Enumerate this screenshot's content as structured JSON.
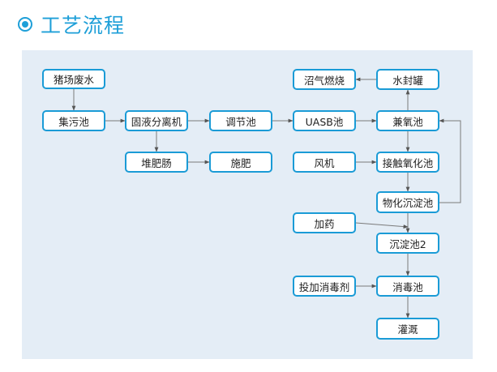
{
  "header": {
    "title": "工艺流程",
    "icon": "concentric-circle-icon",
    "accent_color": "#1e9fd8"
  },
  "diagram": {
    "type": "process-flowchart",
    "nodes": {
      "pig_wastewater": "猪场废水",
      "collection_tank": "集污池",
      "separator": "固液分离机",
      "compost": "堆肥肠",
      "fertilize": "施肥",
      "regulating_tank": "调节池",
      "uasb": "UASB池",
      "anoxic": "兼氧池",
      "water_seal": "水封罐",
      "biogas_burn": "沼气燃烧",
      "blower": "风机",
      "contact_oxidation": "接触氧化池",
      "physchem_settling": "物化沉淀池",
      "dosing": "加药",
      "settling2": "沉淀池2",
      "disinfectant_dosing": "投加消毒剂",
      "disinfection_tank": "消毒池",
      "irrigation": "灌溉"
    },
    "edges": [
      [
        "pig_wastewater",
        "collection_tank"
      ],
      [
        "collection_tank",
        "separator"
      ],
      [
        "separator",
        "regulating_tank"
      ],
      [
        "separator",
        "compost"
      ],
      [
        "compost",
        "fertilize"
      ],
      [
        "regulating_tank",
        "uasb"
      ],
      [
        "uasb",
        "anoxic"
      ],
      [
        "anoxic",
        "water_seal"
      ],
      [
        "water_seal",
        "biogas_burn"
      ],
      [
        "anoxic",
        "contact_oxidation"
      ],
      [
        "blower",
        "contact_oxidation"
      ],
      [
        "contact_oxidation",
        "physchem_settling"
      ],
      [
        "physchem_settling",
        "anoxic"
      ],
      [
        "physchem_settling",
        "settling2"
      ],
      [
        "dosing",
        "settling2"
      ],
      [
        "settling2",
        "disinfection_tank"
      ],
      [
        "disinfectant_dosing",
        "disinfection_tank"
      ],
      [
        "disinfection_tank",
        "irrigation"
      ]
    ]
  }
}
